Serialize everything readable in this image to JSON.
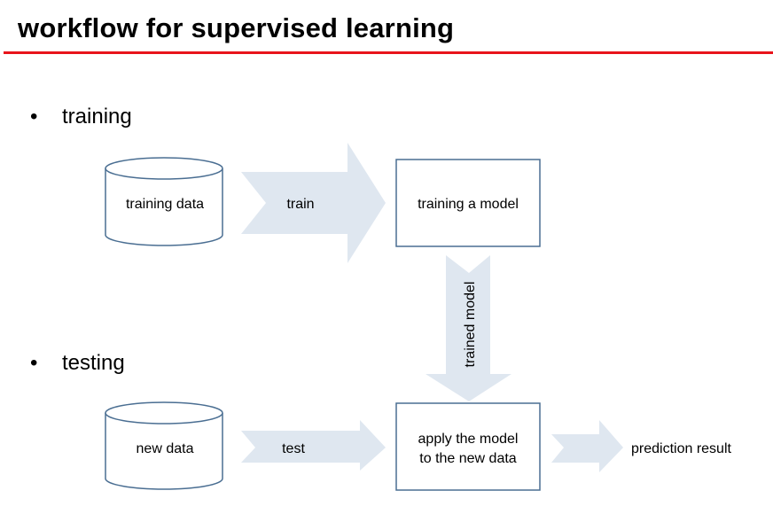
{
  "title": "workflow for supervised learning",
  "colors": {
    "title_rule": "#e8141b",
    "arrow_fill": "#dfe7f0",
    "node_stroke": "#4a6e92",
    "text": "#000000"
  },
  "bullets": {
    "training": "training",
    "testing": "testing",
    "marker": "•"
  },
  "diagram": {
    "training_data": "training data",
    "train_arrow": "train",
    "training_model": "training a model",
    "trained_model_arrow": "trained model",
    "new_data": "new data",
    "test_arrow": "test",
    "apply_model_line1": "apply the model",
    "apply_model_line2": "to the new data",
    "prediction_result": "prediction result"
  }
}
